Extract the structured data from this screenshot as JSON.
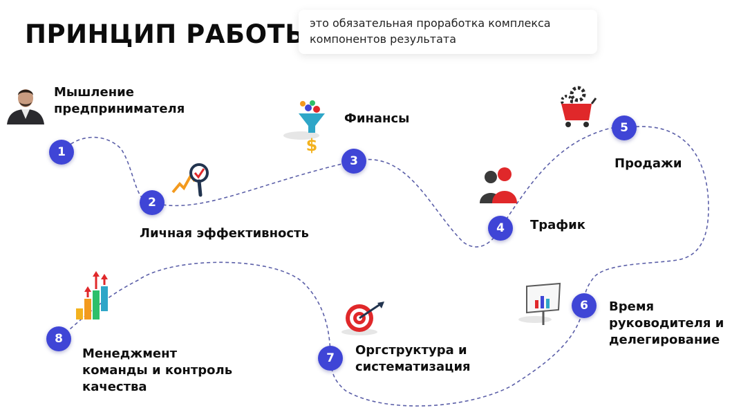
{
  "header": {
    "title": "ПРИНЦИП РАБОТЫ",
    "subtitle_line1": "это обязательная проработка комплекса",
    "subtitle_line2": "компонентов результата"
  },
  "steps": [
    {
      "number": "1",
      "label_lines": [
        "Мышление",
        "предпринимателя"
      ],
      "icon": "person-photo-icon"
    },
    {
      "number": "2",
      "label_lines": [
        "Личная эффективность"
      ],
      "icon": "magnifier-growth-icon"
    },
    {
      "number": "3",
      "label_lines": [
        "Финансы"
      ],
      "icon": "funnel-dollar-icon"
    },
    {
      "number": "4",
      "label_lines": [
        "Трафик"
      ],
      "icon": "people-icon"
    },
    {
      "number": "5",
      "label_lines": [
        "Продажи"
      ],
      "icon": "shopping-cart-icon"
    },
    {
      "number": "6",
      "label_lines": [
        "Время",
        "руководителя и",
        "делегирование"
      ],
      "icon": "presentation-board-icon"
    },
    {
      "number": "7",
      "label_lines": [
        "Оргструктура и",
        "систематизация"
      ],
      "icon": "target-icon"
    },
    {
      "number": "8",
      "label_lines": [
        "Менеджмент",
        "команды и контроль",
        "качества"
      ],
      "icon": "bar-chart-arrows-icon"
    }
  ],
  "colors": {
    "node": "#3f45d6",
    "path": "#5b5fa8",
    "accent_red": "#e0282a",
    "accent_orange": "#f39a1e"
  }
}
